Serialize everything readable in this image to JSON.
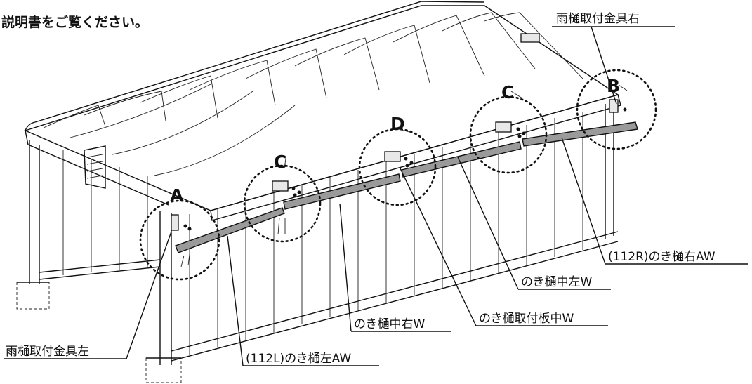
{
  "header_note": "説明書をご覧ください。",
  "detail_markers": {
    "a": "A",
    "b": "B",
    "c_left": "C",
    "c_right": "C",
    "d": "D"
  },
  "labels": {
    "downspout_bracket_right": "雨樋取付金具右",
    "eaves_gutter_right": "(112R)のき樋右AW",
    "eaves_gutter_middle_left": "のき樋中左W",
    "gutter_mount_plate_middle": "のき樋取付板中W",
    "eaves_gutter_middle_right": "のき樋中右W",
    "downspout_bracket_left": "雨樋取付金具左",
    "eaves_gutter_left": "(112L)のき樋左AW"
  }
}
